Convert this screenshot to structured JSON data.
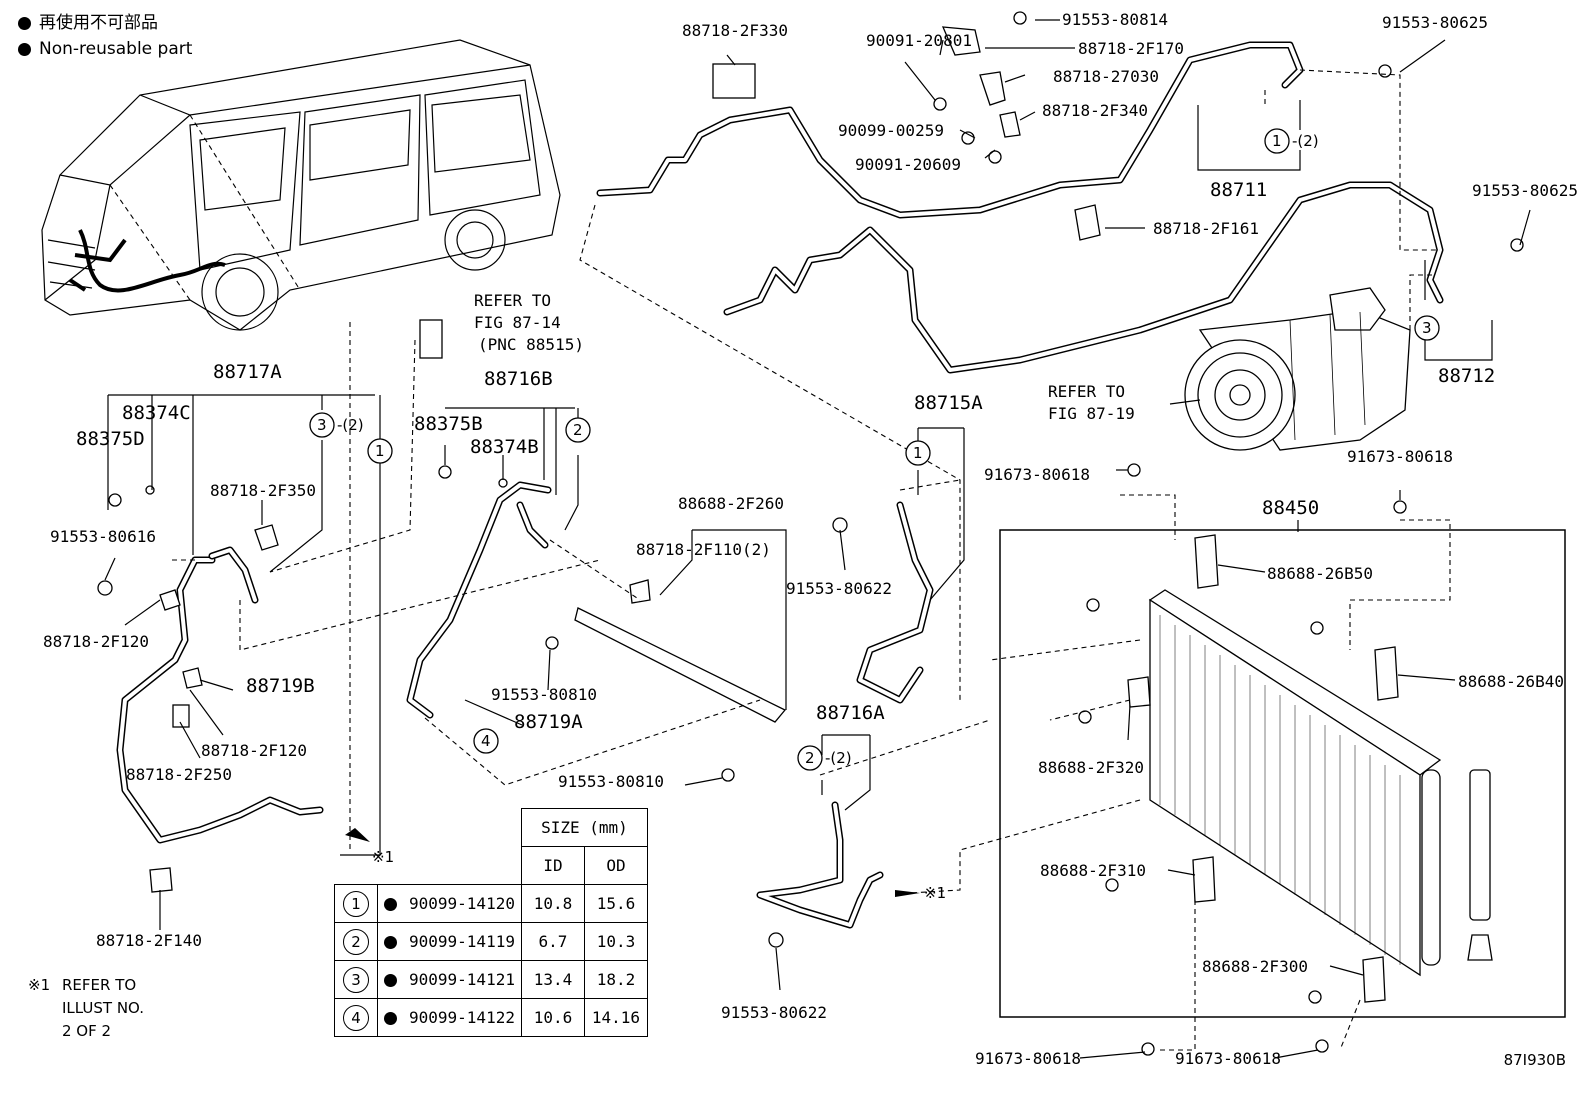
{
  "legend": {
    "jp_label": "再使用不可部品",
    "en_label": "Non-reusable part"
  },
  "part_labels": {
    "p88718_2F330": "88718-2F330",
    "p90091_20801": "90091-20801",
    "p91553_80814": "91553-80814",
    "p88718_2F170": "88718-2F170",
    "p88718_27030": "88718-27030",
    "p88718_2F340": "88718-2F340",
    "p90099_00259": "90099-00259",
    "p90091_20609": "90091-20609",
    "p91553_80625_a": "91553-80625",
    "p91553_80625_b": "91553-80625",
    "p88711": "88711",
    "p88718_2F161": "88718-2F161",
    "p88712": "88712",
    "p88717A": "88717A",
    "p88374C": "88374C",
    "p88375D": "88375D",
    "p88718_2F350": "88718-2F350",
    "p91553_80616": "91553-80616",
    "p88718_2F120_a": "88718-2F120",
    "p88719B": "88719B",
    "p88718_2F120_b": "88718-2F120",
    "p88718_2F250": "88718-2F250",
    "p88718_2F140": "88718-2F140",
    "p88716B": "88716B",
    "p88375B": "88375B",
    "p88374B": "88374B",
    "p91553_80810_a": "91553-80810",
    "p88719A": "88719A",
    "p91553_80810_b": "91553-80810",
    "p88688_2F260": "88688-2F260",
    "p88718_2F110": "88718-2F110(2)",
    "p88715A": "88715A",
    "p91553_80622_a": "91553-80622",
    "p88716A": "88716A",
    "p91553_80622_b": "91553-80622",
    "p91673_80618_a": "91673-80618",
    "p91673_80618_b": "91673-80618",
    "p88450": "88450",
    "p88688_26B50": "88688-26B50",
    "p88688_26B40": "88688-26B40",
    "p88688_2F320": "88688-2F320",
    "p88688_2F310": "88688-2F310",
    "p88688_2F300": "88688-2F300",
    "p91673_80618_c": "91673-80618",
    "p91673_80618_d": "91673-80618"
  },
  "refs": {
    "fig_87_14_line1": "REFER TO",
    "fig_87_14_line2": "FIG 87-14",
    "fig_87_14_line3": "(PNC 88515)",
    "fig_87_19_line1": "REFER TO",
    "fig_87_19_line2": "FIG 87-19"
  },
  "callouts": {
    "c1_88711": "1",
    "c1_88711_qty": "-(2)",
    "c3_88712": "3",
    "c3_88717A": "3",
    "c3_88717A_qty": "-(2)",
    "c1_88717A": "1",
    "c2_88716B": "2",
    "c4_88719A": "4",
    "c1_88715A": "1",
    "c2_88716A": "2",
    "c2_88716A_qty": "-(2)",
    "ref1_mark_a": "※1",
    "ref1_mark_b": "※1"
  },
  "size_table": {
    "header": "SIZE (mm)",
    "col_id": "ID",
    "col_od": "OD",
    "rows": [
      {
        "no": "1",
        "part": "90099-14120",
        "id": "10.8",
        "od": "15.6"
      },
      {
        "no": "2",
        "part": "90099-14119",
        "id": "6.7",
        "od": "10.3"
      },
      {
        "no": "3",
        "part": "90099-14121",
        "id": "13.4",
        "od": "18.2"
      },
      {
        "no": "4",
        "part": "90099-14122",
        "id": "10.6",
        "od": "14.16"
      }
    ]
  },
  "footnote": {
    "mark": "※1",
    "line1": "REFER TO",
    "line2": "ILLUST NO.",
    "line3": "2 OF 2"
  },
  "figure_id": "87I930B"
}
